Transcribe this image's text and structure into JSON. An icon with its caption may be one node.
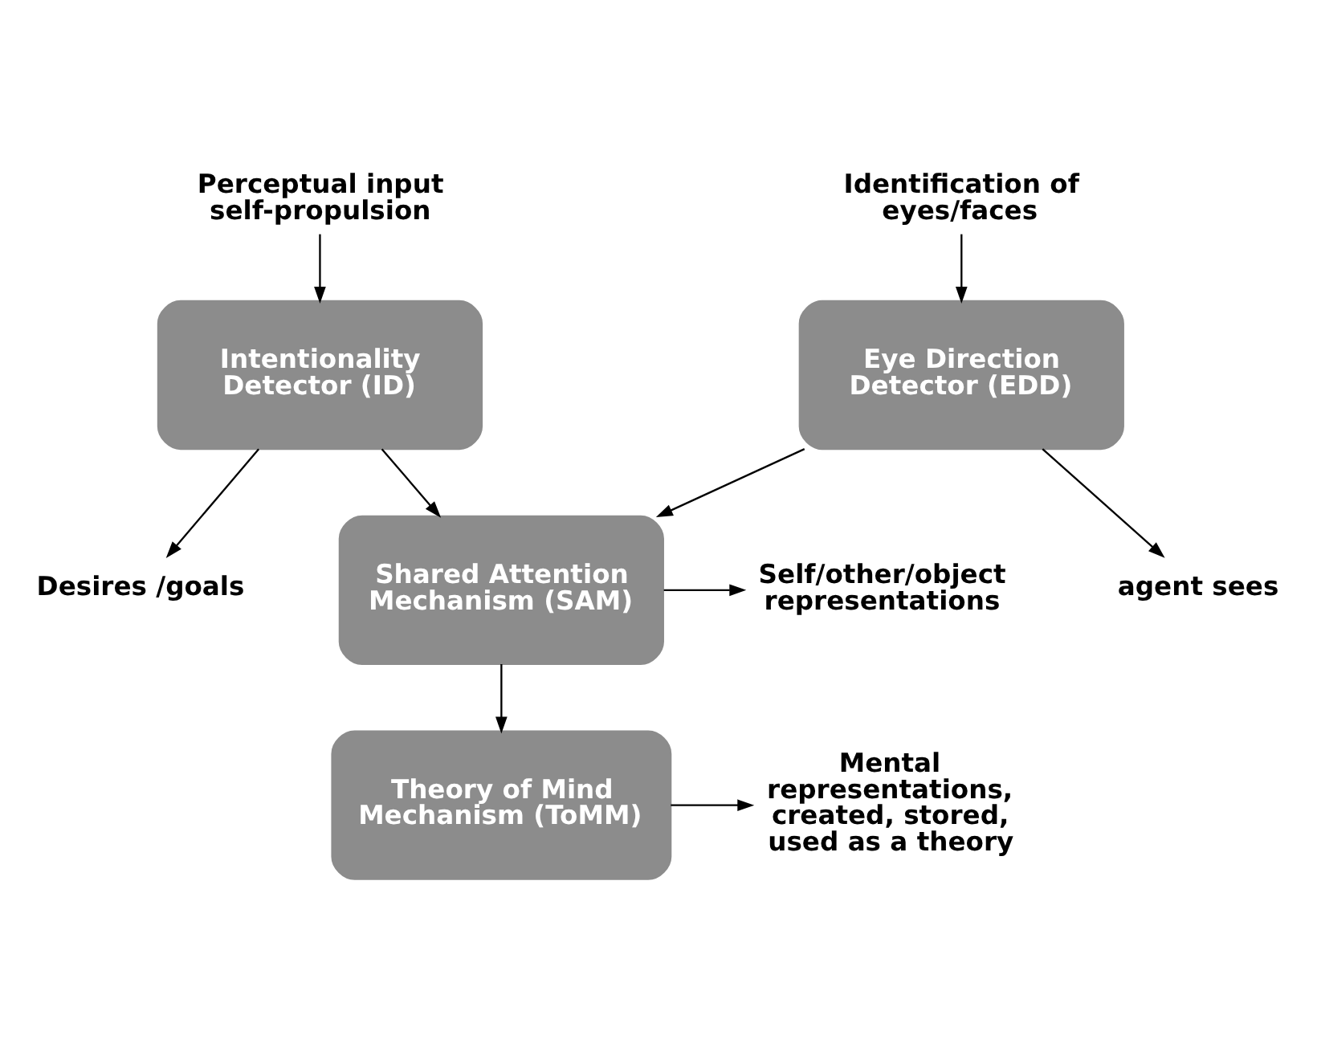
{
  "diagram": {
    "nodes": [
      {
        "text": [
          "Perceptual input self-propulsion"
        ]
      },
      {
        "text": [
          "Identification of eyes/faces"
        ]
      },
      {
        "text": [
          "Intentionality Detector (ID)"
        ]
      },
      {
        "text": [
          "Eye Direction Detector (EDD)"
        ]
      },
      {
        "text": [
          "Desires /goals"
        ]
      },
      {
        "text": [
          "agent sees"
        ]
      },
      {
        "text": [
          "Shared Attention Mechanism (SAM)"
        ]
      },
      {
        "text": [
          "Self/other/object representations"
        ]
      },
      {
        "text": [
          "Theory of Mind Mechanism (ToMM)"
        ]
      },
      {
        "text": [
          "Mental representations, created, stored, used as a theory"
        ]
      }
    ],
    "edges": [
      {
        "from": 0,
        "to": 2,
        "arrow": "to"
      },
      {
        "from": 1,
        "to": 3,
        "arrow": "to"
      },
      {
        "from": 2,
        "to": 4,
        "arrow": "to"
      },
      {
        "from": 3,
        "to": 5,
        "arrow": "to"
      },
      {
        "from": 2,
        "to": 6,
        "arrow": "to"
      },
      {
        "from": 3,
        "to": 6,
        "arrow": "to"
      },
      {
        "from": 6,
        "to": 7,
        "arrow": "to"
      },
      {
        "from": 6,
        "to": 8,
        "arrow": "to"
      },
      {
        "from": 8,
        "to": 9,
        "arrow": "to"
      }
    ]
  }
}
